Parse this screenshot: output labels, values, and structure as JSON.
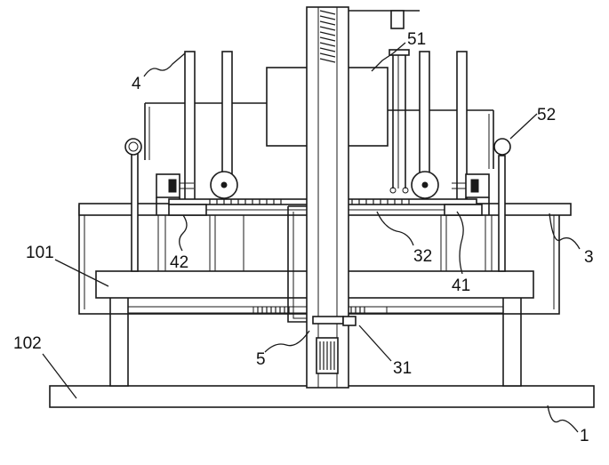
{
  "labels": {
    "l1": "1",
    "l3": "3",
    "l4": "4",
    "l5": "5",
    "l31": "31",
    "l32": "32",
    "l41": "41",
    "l42": "42",
    "l51": "51",
    "l52": "52",
    "l101": "101",
    "l102": "102"
  }
}
